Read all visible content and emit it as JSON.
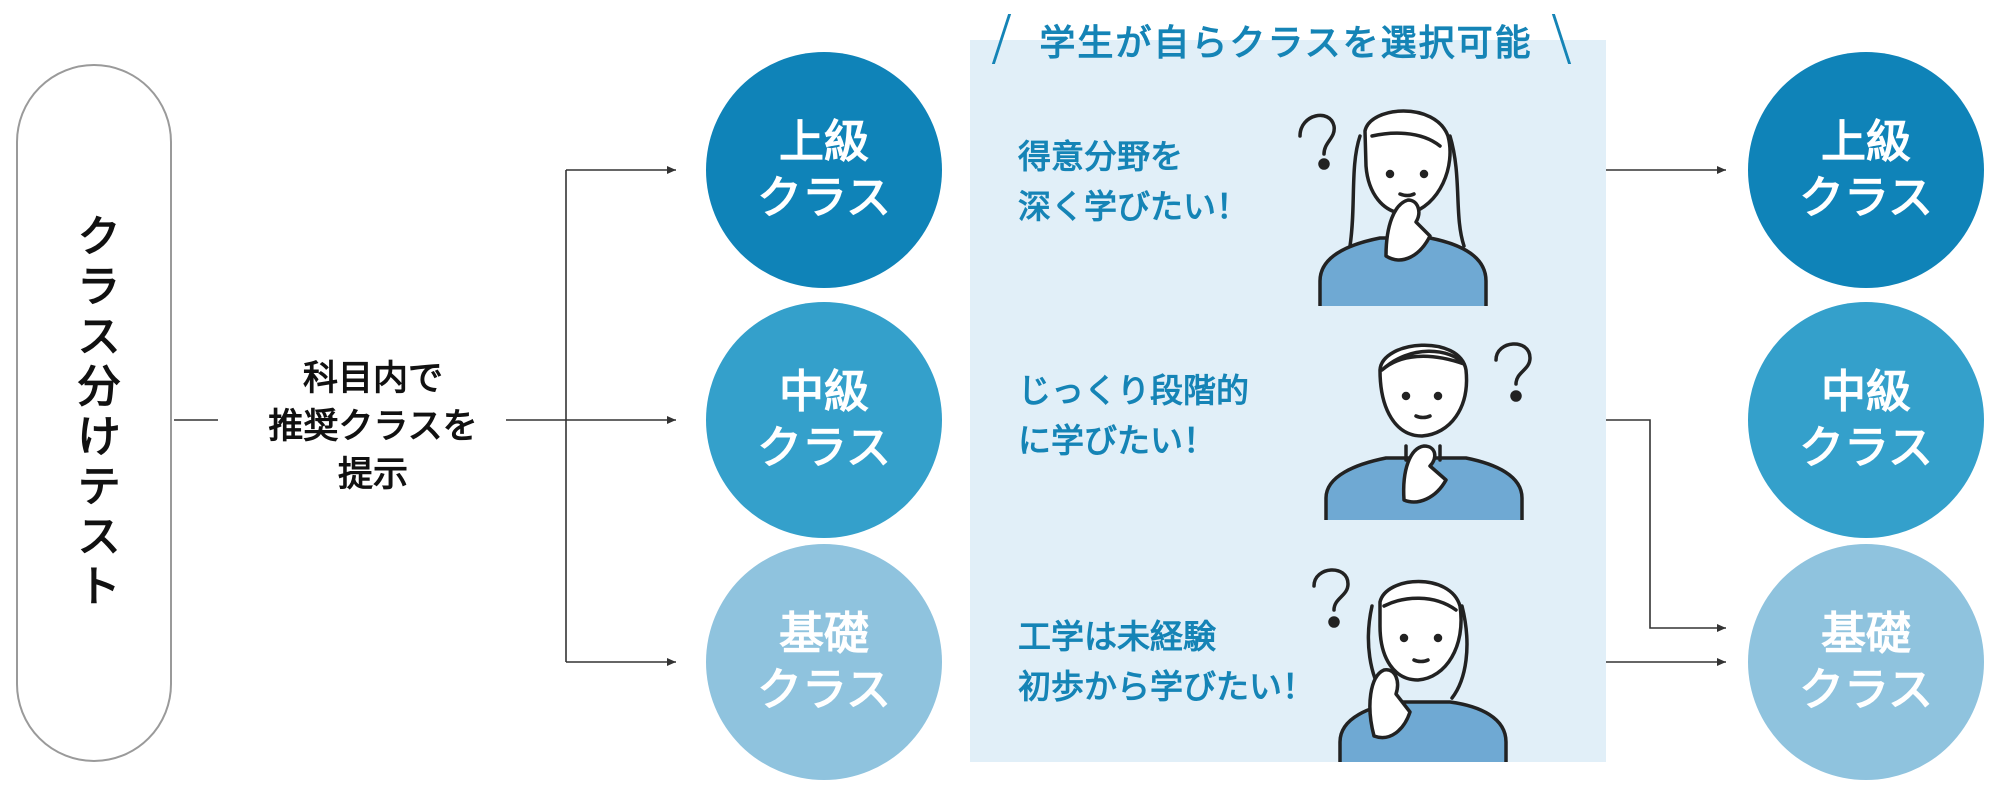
{
  "test": {
    "label": "クラス分けテスト"
  },
  "recommend": {
    "lines": [
      "科目内で",
      "推奨クラスを",
      "提示"
    ]
  },
  "panel": {
    "title": "学生が自らクラスを選択可能"
  },
  "classes": [
    {
      "id": "advanced",
      "lines": [
        "上級",
        "クラス"
      ],
      "color": "#0f83b8"
    },
    {
      "id": "intermediate",
      "lines": [
        "中級",
        "クラス"
      ],
      "color": "#34a0cb"
    },
    {
      "id": "basic",
      "lines": [
        "基礎",
        "クラス"
      ],
      "color": "#8fc3de"
    }
  ],
  "wishes": [
    {
      "lines": [
        "得意分野を",
        "深く学びたい！"
      ]
    },
    {
      "lines": [
        "じっくり段階的",
        "に学びたい！"
      ]
    },
    {
      "lines": [
        "工学は未経験",
        "初歩から学びたい！"
      ]
    }
  ],
  "colors": {
    "accent": "#1584b6",
    "panel_bg": "#e1eff8",
    "line": "#333333",
    "outline": "#222222",
    "shirt": "#6fa9d3"
  }
}
